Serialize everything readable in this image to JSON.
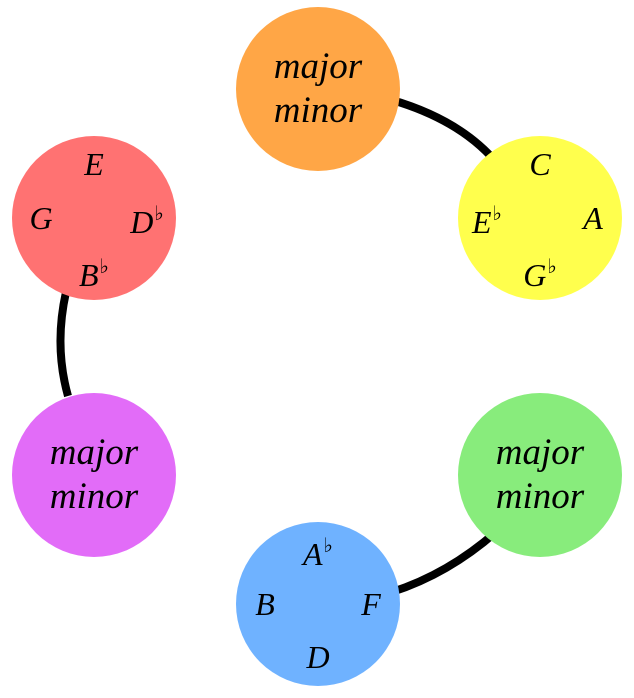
{
  "accidental_symbol": "♭",
  "nodes": {
    "orange": {
      "color": "#FFA646",
      "label_line1": "major",
      "label_line2": "minor"
    },
    "yellow": {
      "color": "#FFFF4D",
      "top": "C",
      "right": "A",
      "bottom": "G",
      "bottom_acc": "♭",
      "left": "E",
      "left_acc": "♭"
    },
    "green": {
      "color": "#88EC7C",
      "label_line1": "major",
      "label_line2": "minor"
    },
    "blue": {
      "color": "#6FB2FF",
      "top": "A",
      "top_acc": "♭",
      "right": "F",
      "bottom": "D",
      "left": "B"
    },
    "purple": {
      "color": "#E26CF8",
      "label_line1": "major",
      "label_line2": "minor"
    },
    "red": {
      "color": "#FF7272",
      "top": "E",
      "right": "D",
      "right_acc": "♭",
      "bottom": "B",
      "bottom_acc": "♭",
      "left": "G"
    }
  },
  "connections": [
    {
      "from": "orange",
      "to": "yellow"
    },
    {
      "from": "green",
      "to": "blue"
    },
    {
      "from": "purple",
      "to": "red"
    }
  ]
}
